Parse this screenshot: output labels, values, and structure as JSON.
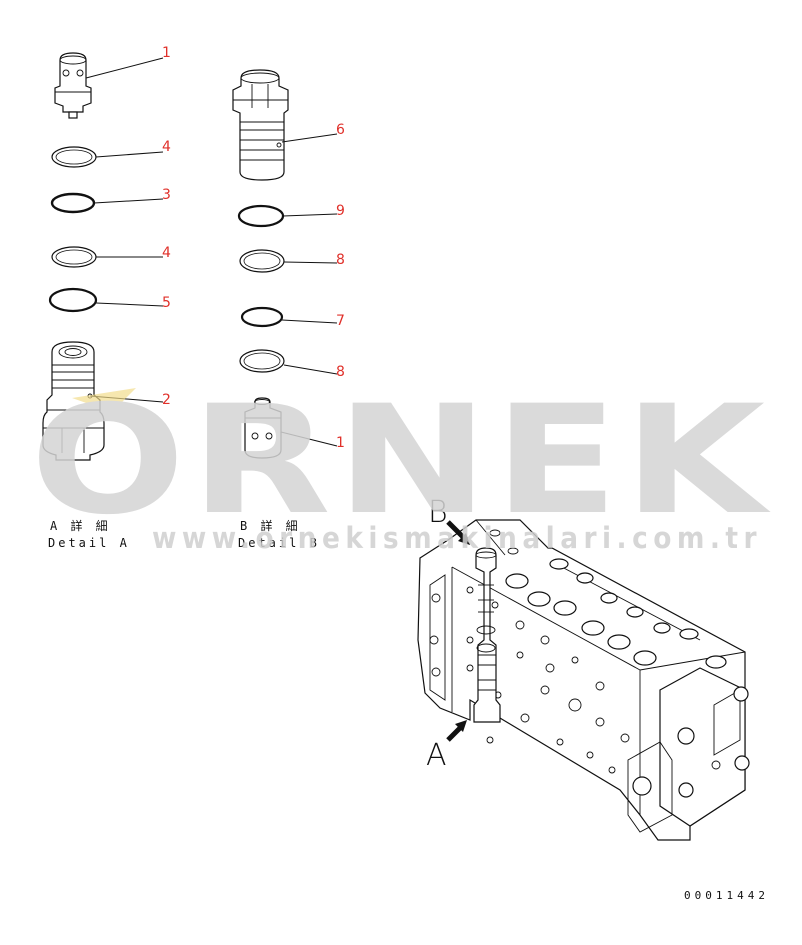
{
  "callouts": {
    "a1": "1",
    "a4_top": "4",
    "a3": "3",
    "a4_bottom": "4",
    "a5": "5",
    "a2": "2",
    "b6": "6",
    "b9": "9",
    "b8_top": "8",
    "b7": "7",
    "b8_bottom": "8",
    "b1": "1"
  },
  "details": {
    "a_jp": "A 詳 細",
    "a_en": "Detail A",
    "b_jp": "B 詳 細",
    "b_en": "Detail B"
  },
  "view_letters": {
    "a": "A",
    "b": "B"
  },
  "watermark": {
    "brand": "ORNEK",
    "url": "www.ornekismakinalari.com.tr"
  },
  "figure_number": "00011442"
}
